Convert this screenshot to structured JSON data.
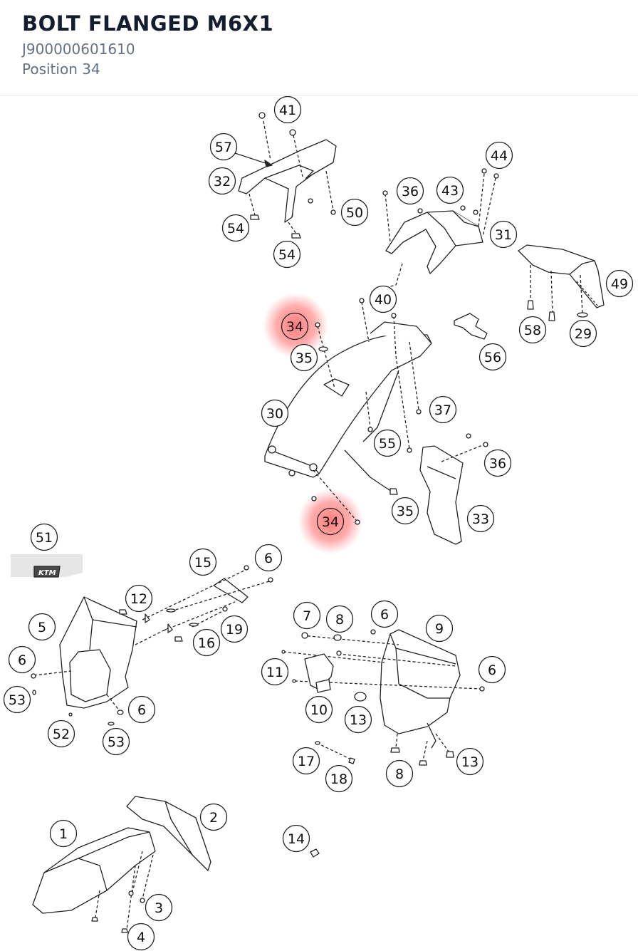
{
  "header": {
    "title": "BOLT FLANGED M6X1",
    "part_number": "J900000601610",
    "position": "Position 34"
  },
  "highlight": {
    "color": "#ff6b6b",
    "position": "34"
  },
  "callouts": [
    {
      "id": "c41",
      "label": "41"
    },
    {
      "id": "c57",
      "label": "57"
    },
    {
      "id": "c32",
      "label": "32"
    },
    {
      "id": "c50",
      "label": "50"
    },
    {
      "id": "c54a",
      "label": "54"
    },
    {
      "id": "c54b",
      "label": "54"
    },
    {
      "id": "c36a",
      "label": "36"
    },
    {
      "id": "c43",
      "label": "43"
    },
    {
      "id": "c44",
      "label": "44"
    },
    {
      "id": "c31",
      "label": "31"
    },
    {
      "id": "c49",
      "label": "49"
    },
    {
      "id": "c58",
      "label": "58"
    },
    {
      "id": "c29",
      "label": "29"
    },
    {
      "id": "c40",
      "label": "40"
    },
    {
      "id": "c34a",
      "label": "34"
    },
    {
      "id": "c35a",
      "label": "35"
    },
    {
      "id": "c56",
      "label": "56"
    },
    {
      "id": "c30",
      "label": "30"
    },
    {
      "id": "c37",
      "label": "37"
    },
    {
      "id": "c55",
      "label": "55"
    },
    {
      "id": "c36b",
      "label": "36"
    },
    {
      "id": "c35b",
      "label": "35"
    },
    {
      "id": "c34b",
      "label": "34"
    },
    {
      "id": "c33",
      "label": "33"
    },
    {
      "id": "c51",
      "label": "51"
    },
    {
      "id": "c15",
      "label": "15"
    },
    {
      "id": "c6a",
      "label": "6"
    },
    {
      "id": "c12",
      "label": "12"
    },
    {
      "id": "c5",
      "label": "5"
    },
    {
      "id": "c19",
      "label": "19"
    },
    {
      "id": "c16",
      "label": "16"
    },
    {
      "id": "c6b",
      "label": "6"
    },
    {
      "id": "c53a",
      "label": "53"
    },
    {
      "id": "c6c",
      "label": "6"
    },
    {
      "id": "c52",
      "label": "52"
    },
    {
      "id": "c53b",
      "label": "53"
    },
    {
      "id": "c7",
      "label": "7"
    },
    {
      "id": "c8a",
      "label": "8"
    },
    {
      "id": "c6d",
      "label": "6"
    },
    {
      "id": "c9",
      "label": "9"
    },
    {
      "id": "c6e",
      "label": "6"
    },
    {
      "id": "c11",
      "label": "11"
    },
    {
      "id": "c10",
      "label": "10"
    },
    {
      "id": "c13a",
      "label": "13"
    },
    {
      "id": "c17",
      "label": "17"
    },
    {
      "id": "c18",
      "label": "18"
    },
    {
      "id": "c8b",
      "label": "8"
    },
    {
      "id": "c13b",
      "label": "13"
    },
    {
      "id": "c1",
      "label": "1"
    },
    {
      "id": "c2",
      "label": "2"
    },
    {
      "id": "c14",
      "label": "14"
    },
    {
      "id": "c3",
      "label": "3"
    },
    {
      "id": "c4",
      "label": "4"
    }
  ]
}
